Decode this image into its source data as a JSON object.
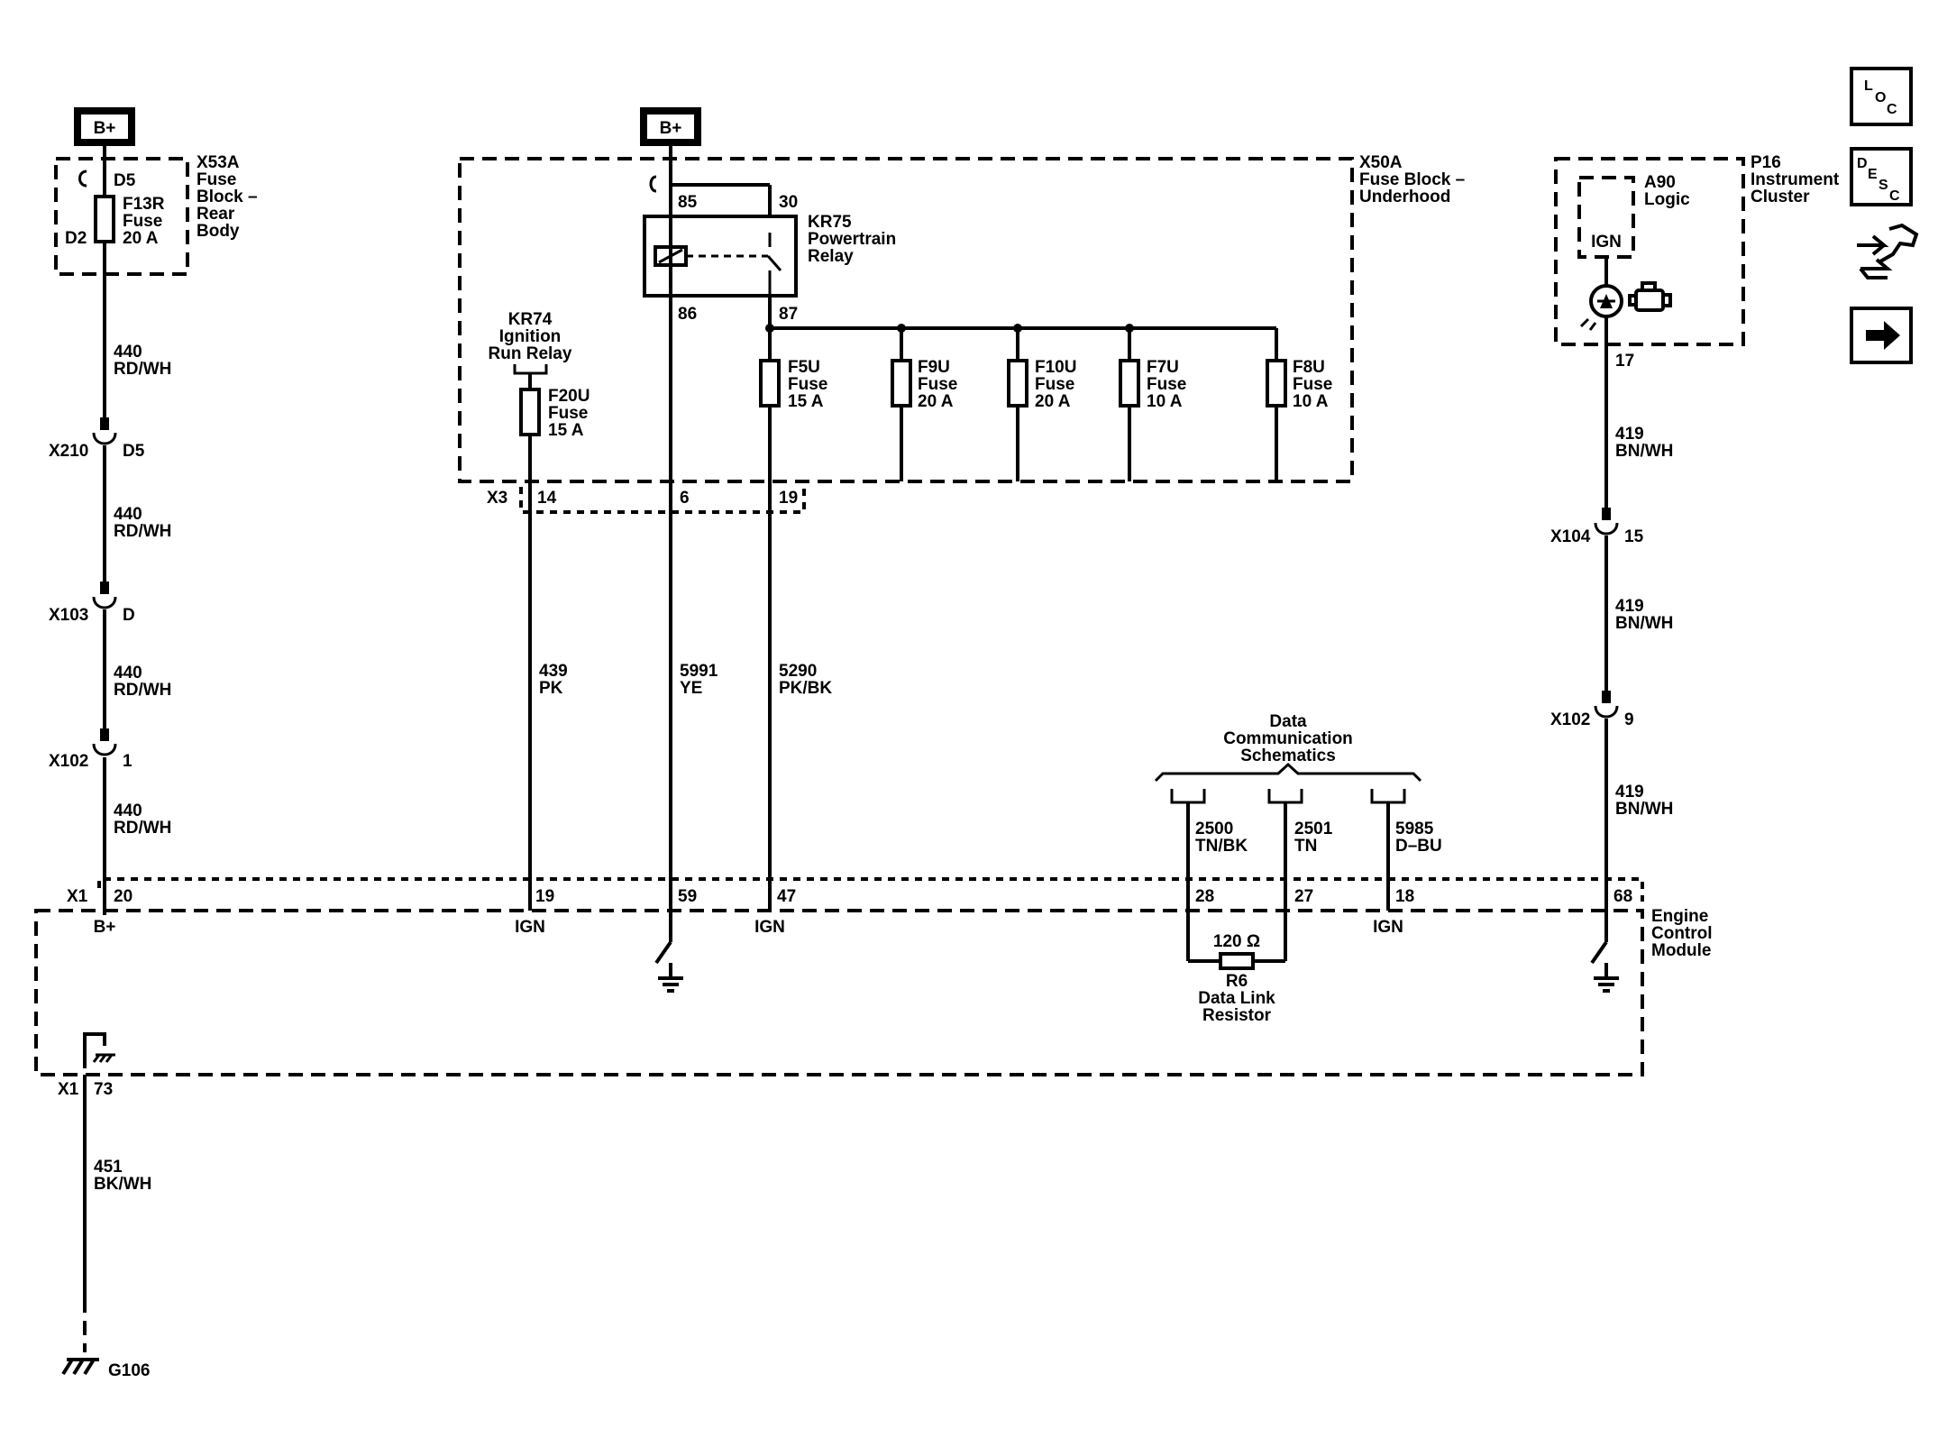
{
  "power": {
    "bplus_left": "B+",
    "bplus_center": "B+"
  },
  "x53a": {
    "label": [
      "X53A",
      "Fuse",
      "Block –",
      "Rear",
      "Body"
    ],
    "pin_top": "D5",
    "pin_left": "D2",
    "fuse": [
      "F13R",
      "Fuse",
      "20 A"
    ]
  },
  "left_wire": {
    "seg1": [
      "440",
      "RD/WH"
    ],
    "x210": {
      "name": "X210",
      "pin": "D5"
    },
    "seg2": [
      "440",
      "RD/WH"
    ],
    "x103": {
      "name": "X103",
      "pin": "D"
    },
    "seg3": [
      "440",
      "RD/WH"
    ],
    "x102": {
      "name": "X102",
      "pin": "1"
    },
    "seg4": [
      "440",
      "RD/WH"
    ]
  },
  "x50a": {
    "label": [
      "X50A",
      "Fuse Block –",
      "Underhood"
    ],
    "kr75": {
      "label": [
        "KR75",
        "Powertrain",
        "Relay"
      ],
      "pin85": "85",
      "pin30": "30",
      "pin86": "86",
      "pin87": "87"
    },
    "kr74": {
      "label": [
        "KR74",
        "Ignition",
        "Run Relay"
      ]
    },
    "fuses": [
      {
        "id": "f20u",
        "text": [
          "F20U",
          "Fuse",
          "15 A"
        ]
      },
      {
        "id": "f5u",
        "text": [
          "F5U",
          "Fuse",
          "15 A"
        ]
      },
      {
        "id": "f9u",
        "text": [
          "F9U",
          "Fuse",
          "20 A"
        ]
      },
      {
        "id": "f10u",
        "text": [
          "F10U",
          "Fuse",
          "20 A"
        ]
      },
      {
        "id": "f7u",
        "text": [
          "F7U",
          "Fuse",
          "10 A"
        ]
      },
      {
        "id": "f8u",
        "text": [
          "F8U",
          "Fuse",
          "10 A"
        ]
      }
    ],
    "x3": {
      "name": "X3",
      "pins": [
        "14",
        "6",
        "19"
      ]
    }
  },
  "center_wires": [
    {
      "circuit": "439",
      "color": "PK"
    },
    {
      "circuit": "5991",
      "color": "YE"
    },
    {
      "circuit": "5290",
      "color": "PK/BK"
    }
  ],
  "data_comm": {
    "label": [
      "Data",
      "Communication",
      "Schematics"
    ],
    "wires": [
      {
        "circuit": "2500",
        "color": "TN/BK"
      },
      {
        "circuit": "2501",
        "color": "TN"
      },
      {
        "circuit": "5985",
        "color": "D–BU"
      }
    ]
  },
  "ecm": {
    "label": [
      "Engine",
      "Control",
      "Module"
    ],
    "connector": "X1",
    "pins": [
      "20",
      "19",
      "59",
      "47",
      "28",
      "27",
      "18",
      "68"
    ],
    "pin_labels": {
      "p20": "B+",
      "p19": "IGN",
      "p47": "IGN",
      "p18": "IGN"
    },
    "resistor": {
      "value": "120 Ω",
      "label": [
        "R6",
        "Data Link",
        "Resistor"
      ]
    },
    "ground_connector": "X1",
    "ground_pin": "73"
  },
  "ground_wire": {
    "circuit": "451",
    "color": "BK/WH",
    "ground": "G106"
  },
  "p16": {
    "label": [
      "P16",
      "Instrument",
      "Cluster"
    ],
    "logic": [
      "A90",
      "Logic"
    ],
    "ign": "IGN",
    "pin17": "17"
  },
  "right_wire": {
    "seg1": [
      "419",
      "BN/WH"
    ],
    "x104": {
      "name": "X104",
      "pin": "15"
    },
    "seg2": [
      "419",
      "BN/WH"
    ],
    "x102": {
      "name": "X102",
      "pin": "9"
    },
    "seg3": [
      "419",
      "BN/WH"
    ]
  },
  "side_buttons": {
    "loc": [
      "L",
      "O",
      "C"
    ],
    "desc": [
      "D",
      "E",
      "S",
      "C"
    ]
  }
}
